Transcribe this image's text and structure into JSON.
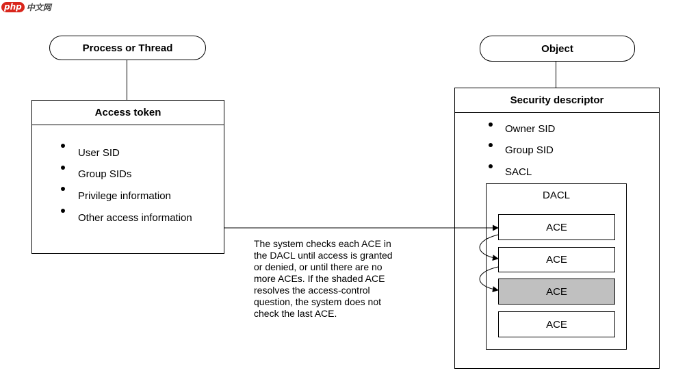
{
  "watermark": {
    "brand": "php",
    "site": "中文网"
  },
  "process": {
    "label": "Process or Thread",
    "token_title": "Access token",
    "items": [
      "User SID",
      "Group SIDs",
      "Privilege information",
      "Other access information"
    ]
  },
  "object": {
    "label": "Object",
    "descriptor_title": "Security descriptor",
    "items": [
      "Owner SID",
      "Group SID",
      "SACL"
    ],
    "dacl": {
      "title": "DACL",
      "aces": [
        {
          "label": "ACE",
          "shaded": false
        },
        {
          "label": "ACE",
          "shaded": false
        },
        {
          "label": "ACE",
          "shaded": true
        },
        {
          "label": "ACE",
          "shaded": false
        }
      ]
    }
  },
  "note_lines": [
    "The system checks each ACE in",
    "the DACL until access is granted",
    "or denied, or until there are no",
    "more ACEs. If the shaded ACE",
    "resolves the access-control",
    "question, the system does not",
    "check the last ACE."
  ]
}
